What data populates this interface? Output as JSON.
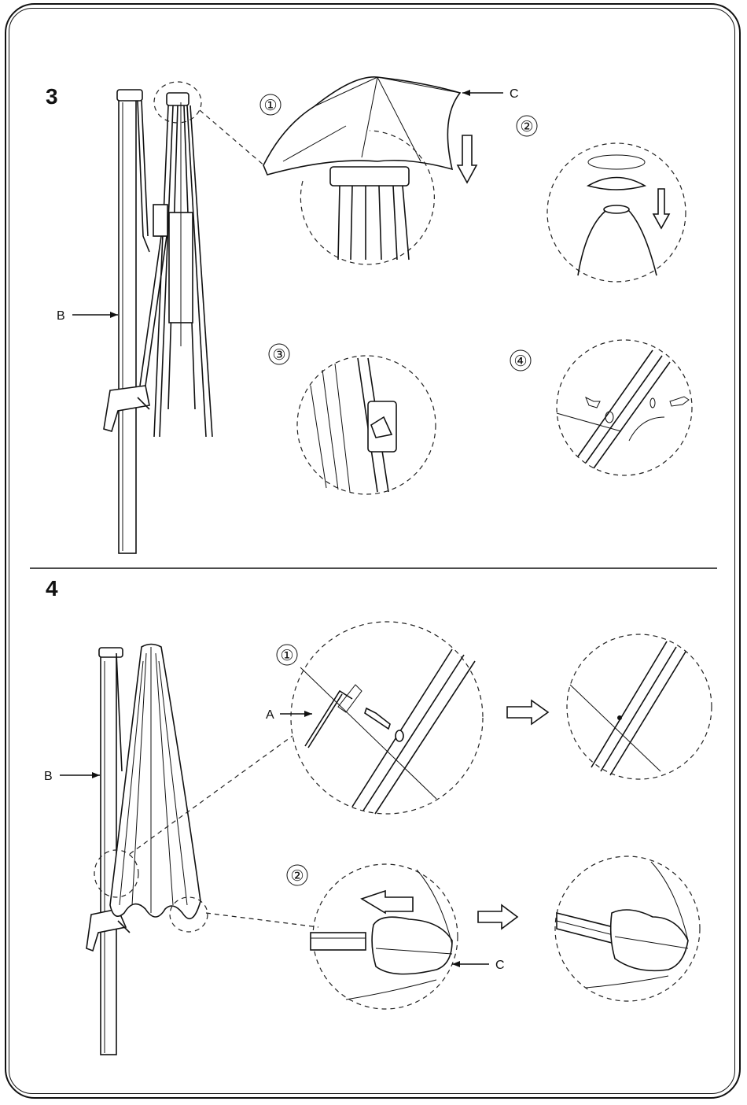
{
  "steps": [
    {
      "number": "3",
      "callouts": {
        "b": "B",
        "c": "C"
      },
      "substeps": [
        "①",
        "②",
        "③",
        "④"
      ]
    },
    {
      "number": "4",
      "callouts": {
        "a": "A",
        "b": "B",
        "c": "C"
      },
      "substeps": [
        "①",
        "②"
      ]
    }
  ]
}
